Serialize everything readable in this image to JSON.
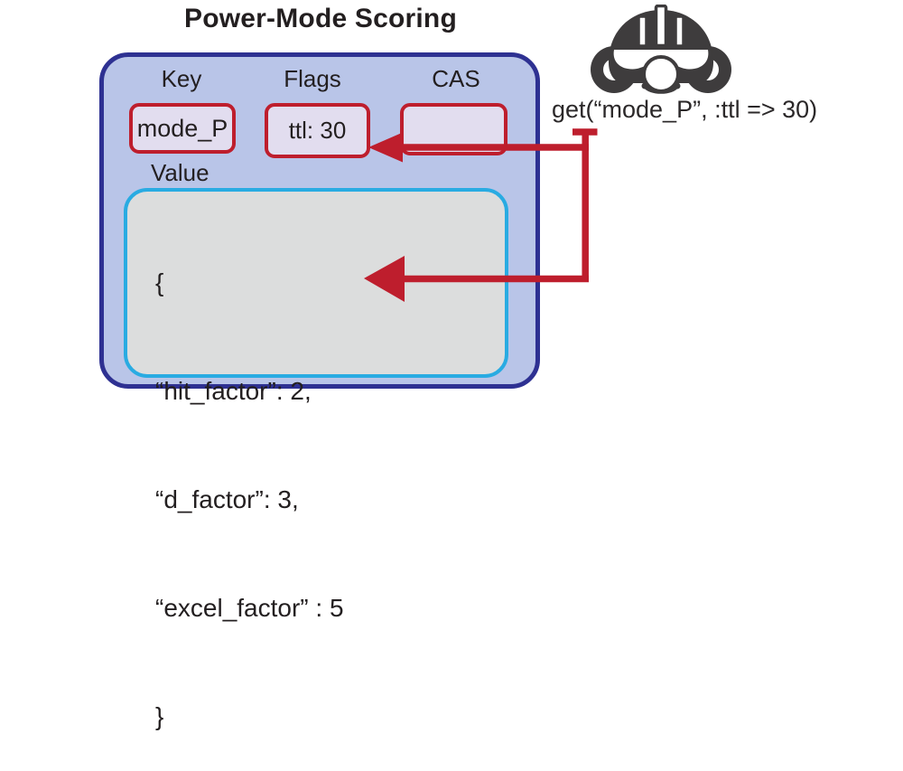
{
  "title": "Power-Mode Scoring",
  "record": {
    "columns": [
      {
        "label": "Key",
        "value": "mode_P"
      },
      {
        "label": "Flags",
        "value": "ttl: 30"
      },
      {
        "label": "CAS",
        "value": ""
      }
    ],
    "value_label": "Value",
    "value_lines": [
      "{",
      "“hit_factor”: 2,",
      "“d_factor”: 3,",
      "“excel_factor” : 5",
      "}"
    ]
  },
  "client": {
    "icon": "pilot-helmet-icon",
    "call_label": "get(“mode_P”, :ttl => 30)"
  },
  "colors": {
    "container_border": "#2e3192",
    "container_fill": "#b9c5e8",
    "cell_border": "#be1e2d",
    "cell_fill": "#e2ddef",
    "value_border": "#29abe2",
    "value_fill": "#dcdddd",
    "arrow": "#be1e2d",
    "icon": "#3e3c3d",
    "text": "#231f20"
  }
}
